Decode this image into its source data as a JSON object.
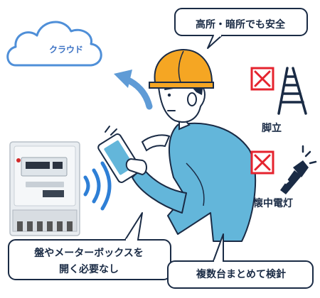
{
  "cloud": {
    "label": "クラウド",
    "outline_color": "#4f8fd8"
  },
  "bubbles": {
    "safety": "高所・暗所でも安全",
    "no_open_line1": "盤やメーターボックスを",
    "no_open_line2": "開く必要なし",
    "multi_reading": "複数台まとめて検針"
  },
  "prohibited_items": [
    {
      "label": "脚立",
      "icon": "ladder-icon"
    },
    {
      "label": "懐中電灯",
      "icon": "flashlight-icon"
    }
  ],
  "colors": {
    "bubble_border": "#1a2b45",
    "prohibited_red": "#e5232e",
    "shirt": "#63b6da",
    "helmet": "#f5a623",
    "signal": "#2e7fd6",
    "arrow": "#5f9bd6"
  },
  "icons": [
    "cloud-icon",
    "upload-arrow-icon",
    "signal-waves-icon",
    "smart-meter-icon",
    "worker-figure",
    "smartphone-icon",
    "ladder-icon",
    "flashlight-icon",
    "prohibited-mark-icon"
  ]
}
